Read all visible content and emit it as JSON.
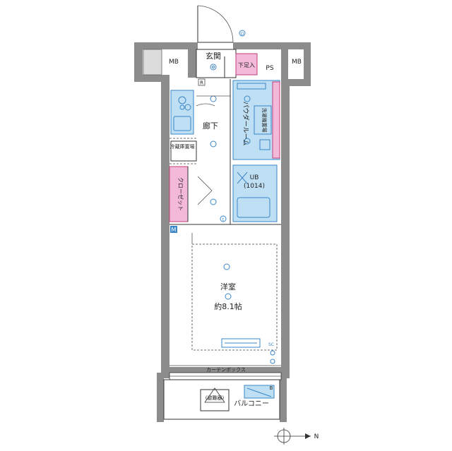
{
  "rooms": {
    "entrance": "玄関",
    "shoe_box": "下足入",
    "ps": "PS",
    "mb_left": "MB",
    "mb_right": "MB",
    "hallway": "廊下",
    "powder_room": "パウダールーム",
    "laundry": "洗濯機置場",
    "fridge": "冷蔵庫置場",
    "unit_bath": "UB",
    "unit_bath_size": "(1014)",
    "closet": "クローゼット",
    "western_room": "洋室",
    "western_room_size": "約8.1帖",
    "curtain_box": "カーテンボックス",
    "balcony": "バルコニー",
    "emergency_hatch": "(避難器)",
    "b_mark": "B",
    "m_mark": "M",
    "r_mark": "R",
    "t_mark": "t",
    "d_mark": "D",
    "sc_mark": "SC",
    "north_mark": "N"
  },
  "colors": {
    "wall": "#8c8c8c",
    "storage_pink": "#f4b8d8",
    "wet_area_blue": "#bfe0f4",
    "device_blue": "#3a86c8"
  }
}
